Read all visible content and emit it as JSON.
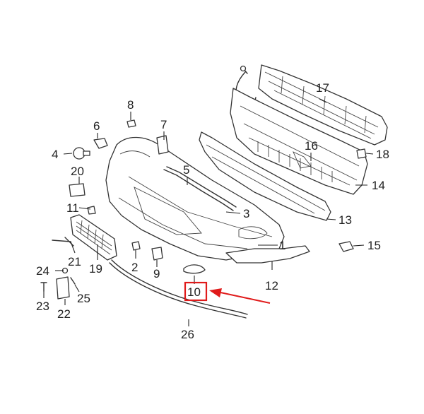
{
  "diagram": {
    "callouts": [
      {
        "id": "c1",
        "label": "1"
      },
      {
        "id": "c2",
        "label": "2"
      },
      {
        "id": "c3",
        "label": "3"
      },
      {
        "id": "c4",
        "label": "4"
      },
      {
        "id": "c5",
        "label": "5"
      },
      {
        "id": "c6",
        "label": "6"
      },
      {
        "id": "c7",
        "label": "7"
      },
      {
        "id": "c8",
        "label": "8"
      },
      {
        "id": "c9",
        "label": "9"
      },
      {
        "id": "c10",
        "label": "10"
      },
      {
        "id": "c11",
        "label": "11"
      },
      {
        "id": "c12",
        "label": "12"
      },
      {
        "id": "c13",
        "label": "13"
      },
      {
        "id": "c14",
        "label": "14"
      },
      {
        "id": "c15",
        "label": "15"
      },
      {
        "id": "c16",
        "label": "16"
      },
      {
        "id": "c17",
        "label": "17"
      },
      {
        "id": "c18",
        "label": "18"
      },
      {
        "id": "c19",
        "label": "19"
      },
      {
        "id": "c20",
        "label": "20"
      },
      {
        "id": "c21",
        "label": "21"
      },
      {
        "id": "c22",
        "label": "22"
      },
      {
        "id": "c23",
        "label": "23"
      },
      {
        "id": "c24",
        "label": "24"
      },
      {
        "id": "c25",
        "label": "25"
      },
      {
        "id": "c26",
        "label": "26"
      }
    ],
    "highlighted_callout": "10",
    "highlight_color": "#e01b1b",
    "line_color": "#333333"
  }
}
